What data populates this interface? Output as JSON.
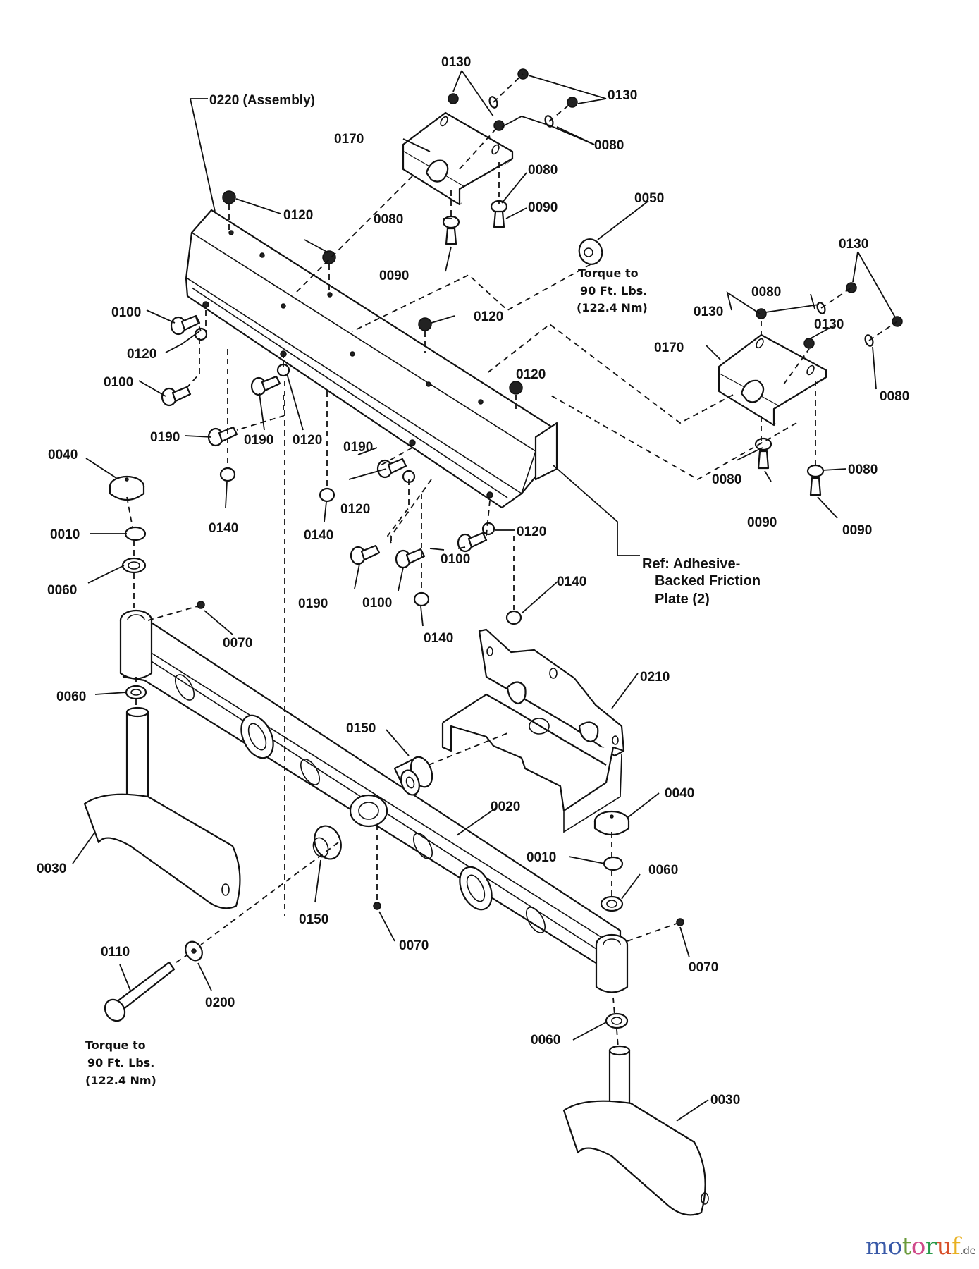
{
  "diagram": {
    "title": "Front axle assembly exploded parts diagram",
    "callouts": {
      "assembly": "0220 (Assembly)",
      "c0130_top": "0130",
      "c0130_topright": "0130",
      "c0170_top": "0170",
      "c0080_topright": "0080",
      "c0080_a": "0080",
      "c0090_a": "0090",
      "c0080_b": "0080",
      "c0090_b": "0090",
      "c0120_a": "0120",
      "c0050": "0050",
      "c0130_right": "0130",
      "c0130_right2": "0130",
      "c0080_right": "0080",
      "c0130_right3": "0130",
      "c0170_right": "0170",
      "c0080_right2": "0080",
      "c0100_a": "0100",
      "c0120_b": "0120",
      "c0120_c": "0120",
      "c0100_b": "0100",
      "c0120_d": "0120",
      "c0190_a": "0190",
      "c0190_b": "0190",
      "c0120_e": "0120",
      "c0190_c": "0190",
      "c0080_right3": "0080",
      "c0090_right": "0090",
      "c0080_right4": "0080",
      "c0090_right2": "0090",
      "c0040_a": "0040",
      "c0140_a": "0140",
      "c0140_b": "0140",
      "c0120_f": "0120",
      "c0100_c": "0100",
      "c0120_g": "0120",
      "c0010_a": "0010",
      "c0060_a": "0060",
      "c0190_d": "0190",
      "c0100_d": "0100",
      "c0140_c": "0140",
      "c0140_d": "0140",
      "c0070_a": "0070",
      "c0210": "0210",
      "c0060_b": "0060",
      "c0150_a": "0150",
      "c0040_b": "0040",
      "c0020": "0020",
      "c0010_b": "0010",
      "c0030_a": "0030",
      "c0060_c": "0060",
      "c0150_b": "0150",
      "c0070_b": "0070",
      "c0070_c": "0070",
      "c0110": "0110",
      "c0200": "0200",
      "c0060_d": "0060",
      "c0030_b": "0030"
    },
    "torque_note_top": [
      "Torque to",
      "90 Ft. Lbs.",
      "(122.4 Nm)"
    ],
    "torque_note_bottom": [
      "Torque to",
      "90 Ft. Lbs.",
      "(122.4 Nm)"
    ],
    "ref_note": [
      "Ref: Adhesive-",
      "Backed Friction",
      "Plate (2)"
    ]
  },
  "watermark": {
    "letters": [
      "m",
      "o",
      "t",
      "o",
      "r",
      "u",
      "f"
    ],
    "colors": [
      "#3a5aa8",
      "#3a5aa8",
      "#6a9a3a",
      "#d04a8a",
      "#2a9a4a",
      "#d8502a",
      "#e8b020"
    ],
    "tld": ".de"
  }
}
